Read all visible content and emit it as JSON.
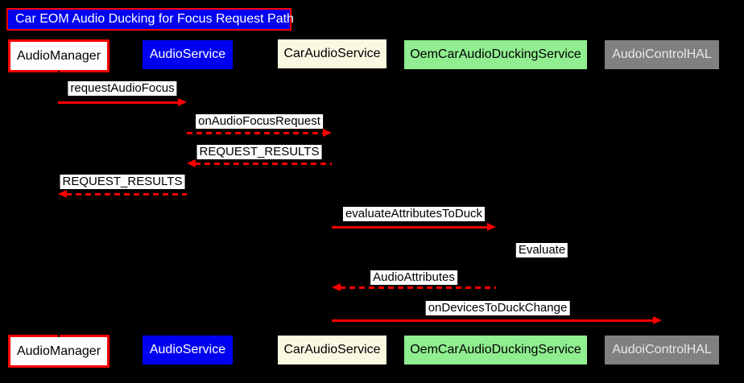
{
  "diagram": {
    "type": "sequence",
    "title": "Car EOM Audio Ducking for Focus Request Path",
    "colors": {
      "background": "#000000",
      "arrow": "#FF0000",
      "title_bg": "#0000F0",
      "title_border": "#FF0000",
      "title_text": "#FFFFFF",
      "message_label_bg": "#FFFFFF",
      "message_label_text": "#000000",
      "audio_manager_fill": "#FFFFFF",
      "audio_manager_border": "#FF0000",
      "audio_service_fill": "#0000F0",
      "car_audio_service_fill": "#FAF8E1",
      "oem_car_audio_ducking_service_fill": "#90EE90",
      "audoi_control_hal_fill": "#808080"
    },
    "participants": [
      {
        "id": "audio-manager",
        "label": "AudioManager"
      },
      {
        "id": "audio-service",
        "label": "AudioService"
      },
      {
        "id": "car-audio-service",
        "label": "CarAudioService"
      },
      {
        "id": "oem-car-audio-ducking-service",
        "label": "OemCarAudioDuckingService"
      },
      {
        "id": "audoi-control-hal",
        "label": "AudoiControlHAL"
      }
    ],
    "messages": [
      {
        "label": "requestAudioFocus",
        "from": "AudioManager",
        "to": "AudioService",
        "line": "solid",
        "direction": "right"
      },
      {
        "label": "onAudioFocusRequest",
        "from": "AudioService",
        "to": "CarAudioService",
        "line": "dashed",
        "direction": "right"
      },
      {
        "label": "REQUEST_RESULTS",
        "from": "CarAudioService",
        "to": "AudioService",
        "line": "dashed",
        "direction": "left"
      },
      {
        "label": "REQUEST_RESULTS",
        "from": "AudioService",
        "to": "AudioManager",
        "line": "dashed",
        "direction": "left"
      },
      {
        "label": "evaluateAttributesToDuck",
        "from": "CarAudioService",
        "to": "OemCarAudioDuckingService",
        "line": "solid",
        "direction": "right"
      },
      {
        "label": "Evaluate",
        "from": "OemCarAudioDuckingService",
        "to": "OemCarAudioDuckingService",
        "line": "self",
        "direction": "self"
      },
      {
        "label": "AudioAttributes",
        "from": "OemCarAudioDuckingService",
        "to": "CarAudioService",
        "line": "dashed",
        "direction": "left"
      },
      {
        "label": "onDevicesToDuckChange",
        "from": "CarAudioService",
        "to": "AudoiControlHAL",
        "line": "solid",
        "direction": "right"
      }
    ]
  }
}
